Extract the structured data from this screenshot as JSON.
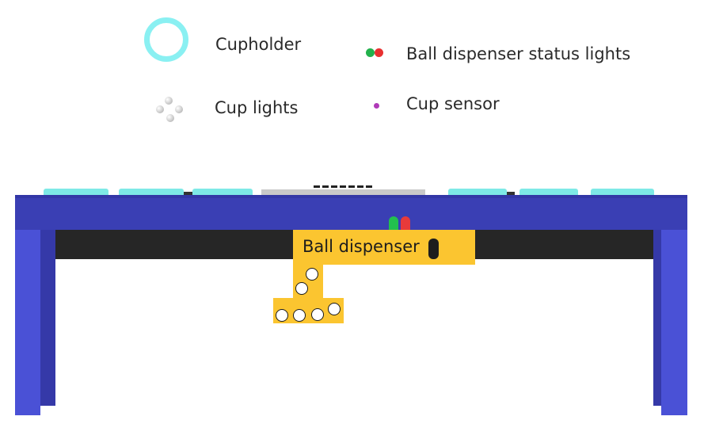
{
  "legend": {
    "cupholder": {
      "label": "Cupholder",
      "color": "#8af0f2"
    },
    "status_lights": {
      "label": "Ball dispenser status lights",
      "colors": [
        "#22b14c",
        "#e83030"
      ]
    },
    "cup_lights": {
      "label": "Cup lights"
    },
    "cup_sensor": {
      "label": "Cup sensor",
      "color": "#b03ab8"
    }
  },
  "table": {
    "top_color": "#3a3fb4",
    "leg_color": "#4a51d6",
    "apron_color": "#262626",
    "cupholder_color": "#7ee9e6"
  },
  "dispenser": {
    "label": "Ball dispenser",
    "color": "#fbc530"
  }
}
